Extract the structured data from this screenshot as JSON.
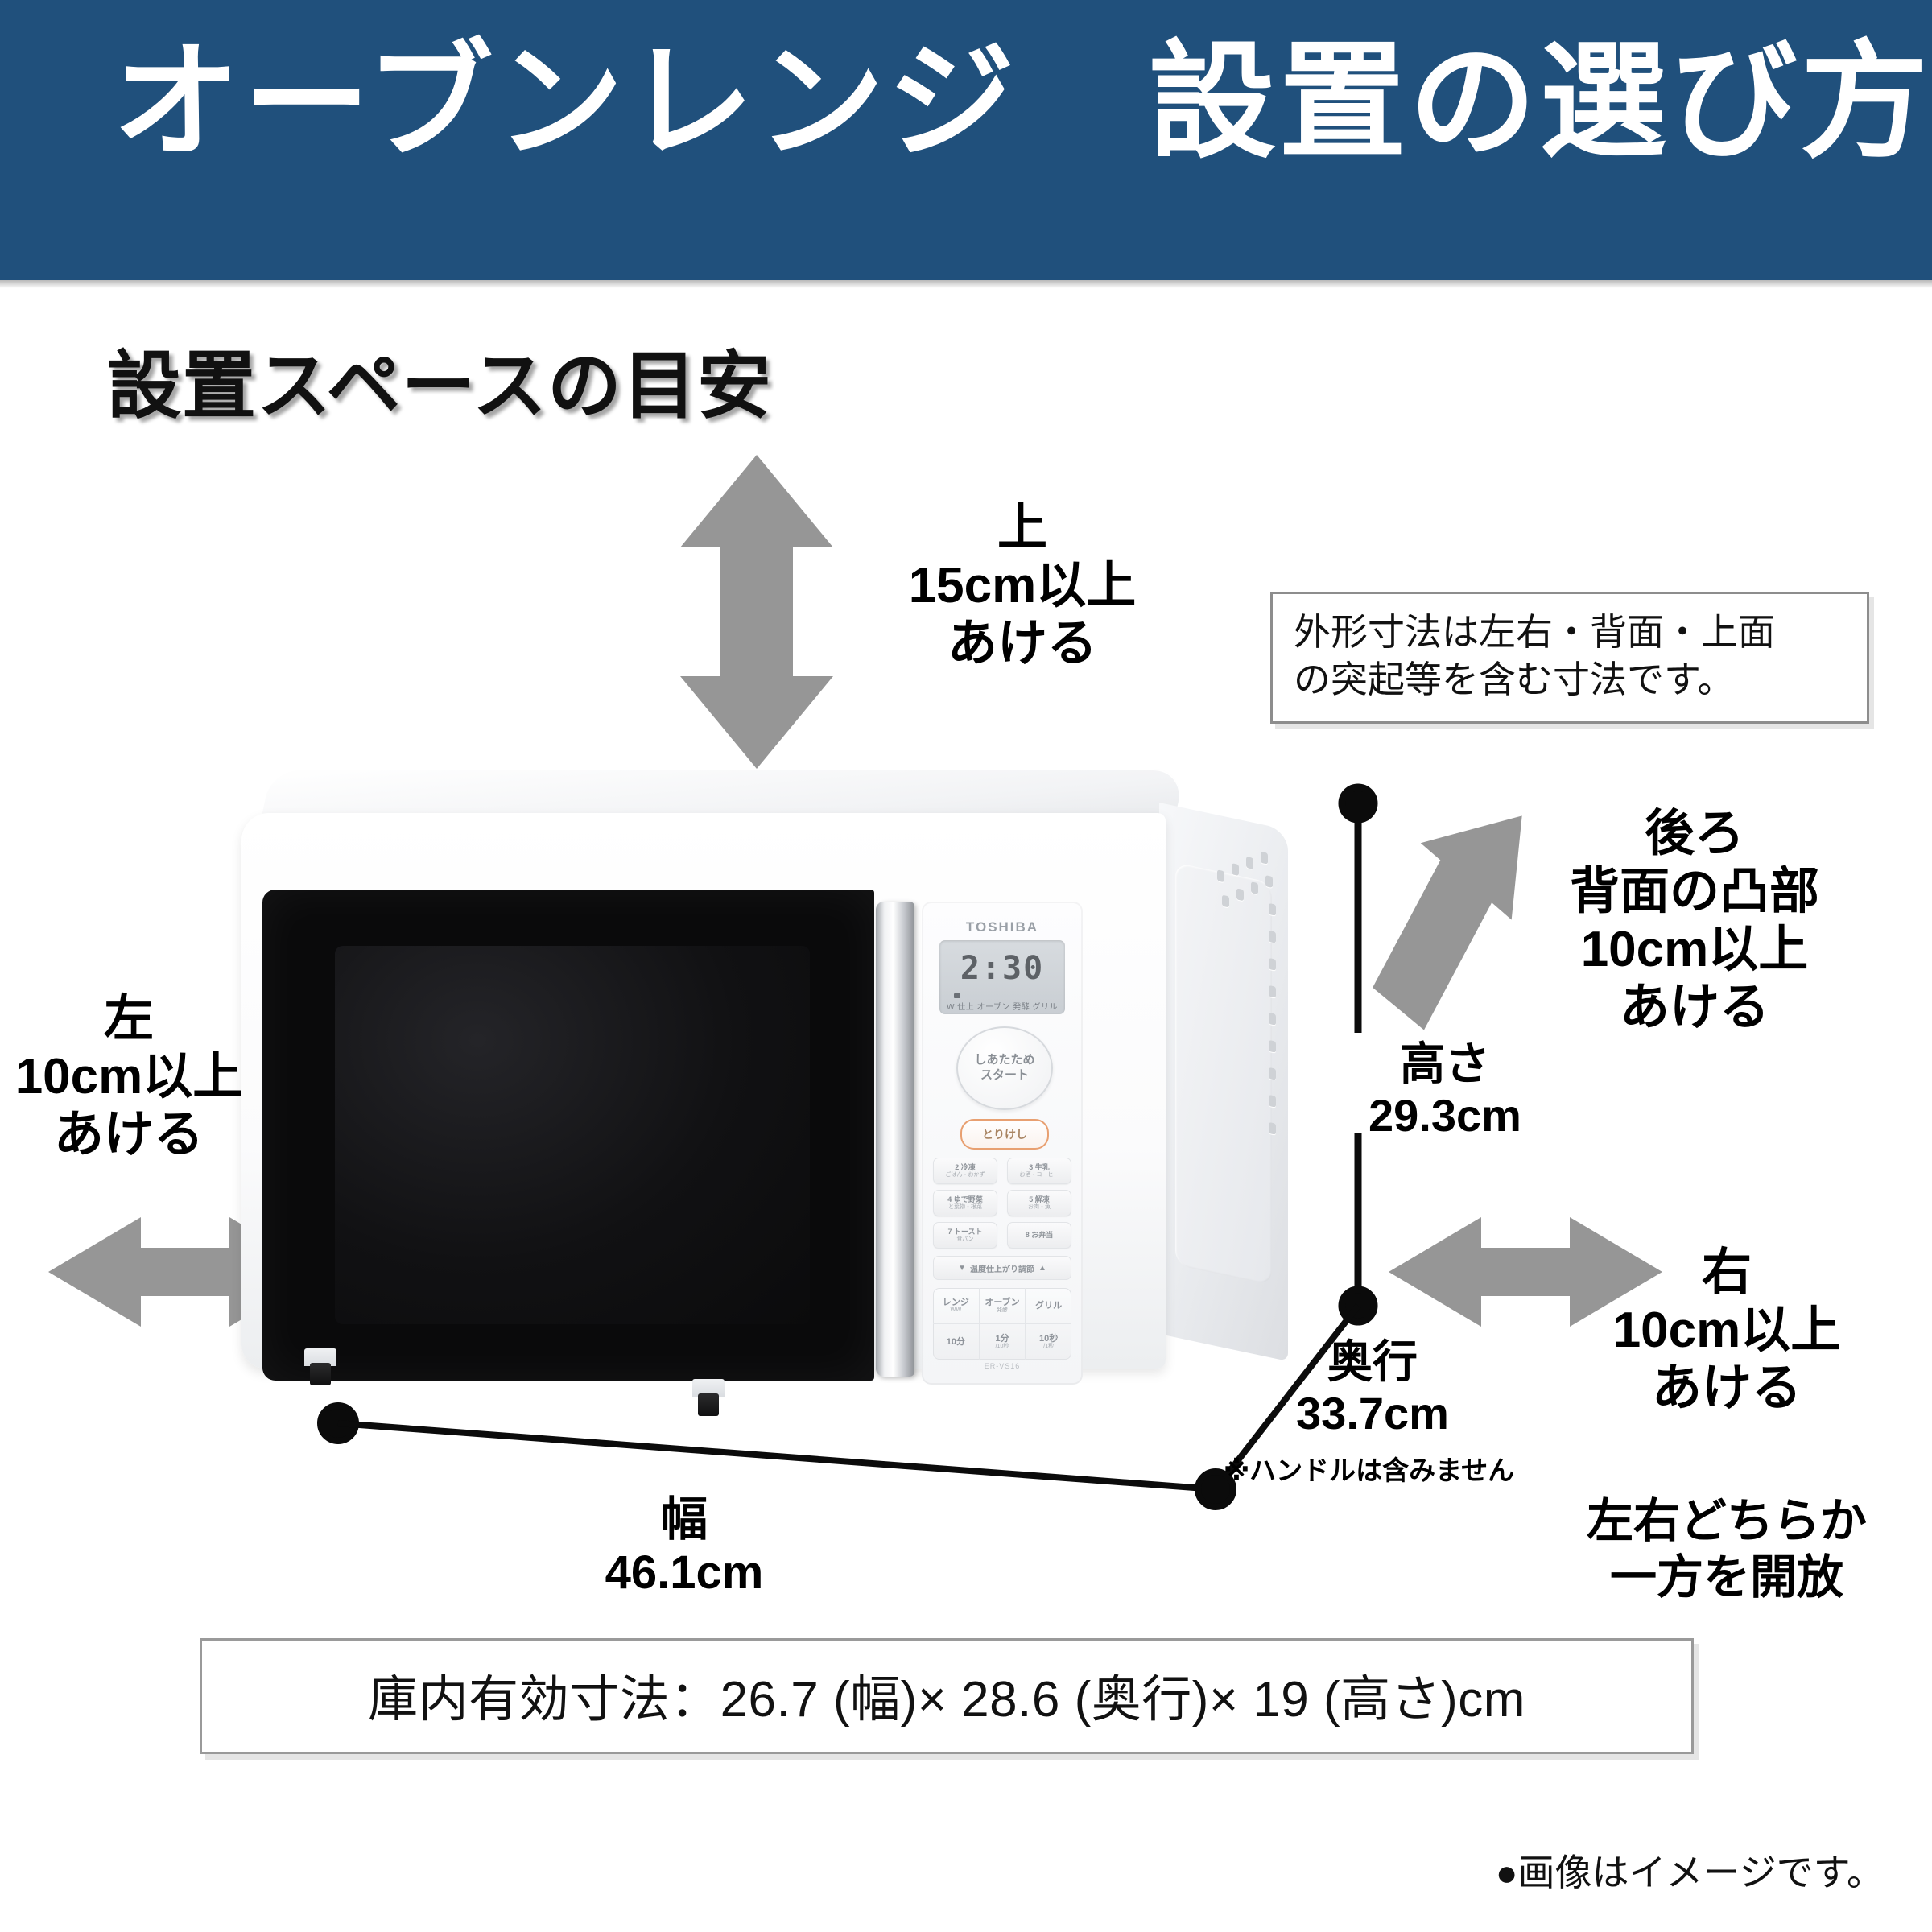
{
  "banner": {
    "title": "オーブンレンジ　設置の選び方",
    "bg_color": "#20507c"
  },
  "section": {
    "heading": "設置スペースの目安"
  },
  "clearances": {
    "top": {
      "direction": "上",
      "distance": "15cm以上",
      "action": "あける"
    },
    "left": {
      "direction": "左",
      "distance": "10cm以上",
      "action": "あける"
    },
    "back": {
      "direction": "後ろ",
      "detail": "背面の凸部",
      "distance": "10cm以上",
      "action": "あける"
    },
    "right": {
      "direction": "右",
      "distance": "10cm以上",
      "action": "あける"
    },
    "open_side_note_line1": "左右どちらか",
    "open_side_note_line2": "一方を開放"
  },
  "dimensions": {
    "height_label": "高さ",
    "height_value": "29.3cm",
    "width_label": "幅",
    "width_value": "46.1cm",
    "depth_label": "奥行",
    "depth_value": "33.7cm",
    "depth_note": "※ハンドルは含みません"
  },
  "notes": {
    "outer_dim_line1": "外形寸法は左右・背面・上面",
    "outer_dim_line2": "の突起等を含む寸法です。",
    "inner_dimensions": "庫内有効寸法：26.7 (幅)× 28.6 (奥行)× 19 (高さ)cm",
    "footer": "●画像はイメージです。"
  },
  "appliance": {
    "brand": "TOSHIBA",
    "display_time": "2:30",
    "display_sub": "W 仕上 オーブン 発酵 グリル",
    "start_button_line1": "しあたため",
    "start_button_line2": "スタート",
    "cancel_button": "とりけし",
    "model_no": "ER-VS16",
    "quick_buttons": [
      {
        "label": "2 冷凍",
        "sub": "ごはん・おかず"
      },
      {
        "label": "3 牛乳",
        "sub": "お酒・コーヒー"
      },
      {
        "label": "4 ゆで野菜",
        "sub": "と葉物・根菜"
      },
      {
        "label": "5 解凍",
        "sub": "お肉・魚"
      },
      {
        "label": "7 トースト",
        "sub": "食パン"
      },
      {
        "label": "8 お弁当",
        "sub": ""
      }
    ],
    "temp_row": {
      "left_icon": "▼",
      "label": "温度仕上がり調節",
      "right_icon": "▲"
    },
    "mode_grid": [
      {
        "label": "レンジ",
        "sub": "ＷＷ"
      },
      {
        "label": "オーブン",
        "sub": "発酵"
      },
      {
        "label": "グリル",
        "sub": ""
      },
      {
        "label": "10分",
        "sub": ""
      },
      {
        "label": "1分",
        "sub": "/10秒"
      },
      {
        "label": "10秒",
        "sub": "/1秒"
      }
    ]
  },
  "colors": {
    "arrow_gray": "#969696",
    "line_black": "#0b0b0b",
    "box_border": "#8d8d8d"
  }
}
